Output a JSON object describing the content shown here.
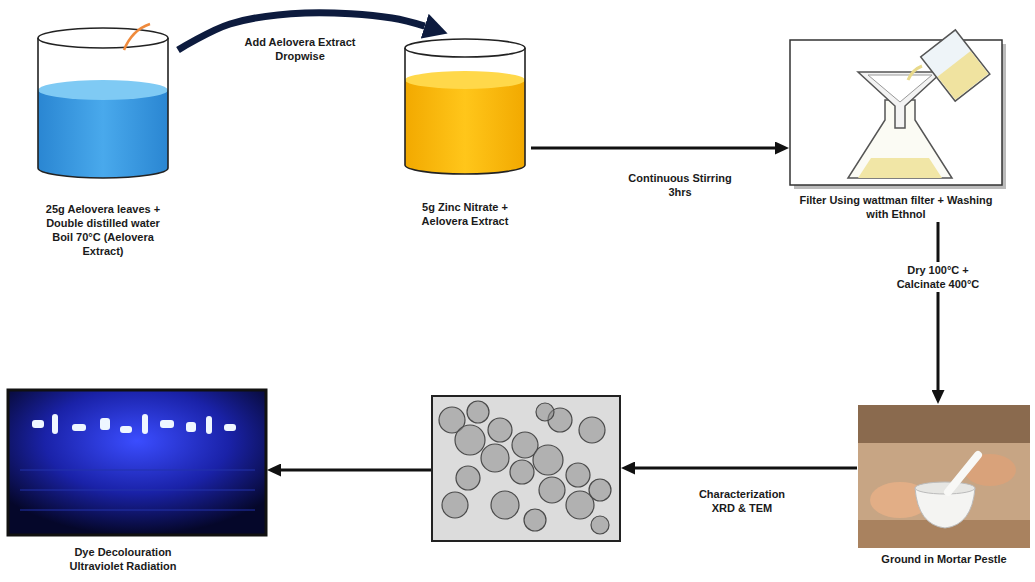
{
  "diagram": {
    "nodes": [
      {
        "text": [
          "25g Aelovera leaves + Double distilled water Boil 70°C (Aelovera Extract)"
        ]
      },
      {
        "text": [
          "5g Zinc Nitrate + Aelovera Extract"
        ]
      },
      {
        "text": [
          "Filter Using wattman filter + Washing with Ethnol"
        ]
      },
      {
        "text": [
          "Ground in Mortar Pestle"
        ]
      },
      {
        "text": []
      },
      {
        "text": [
          "Dye Decolouration Ultraviolet Radiation"
        ]
      }
    ],
    "edges": [
      {
        "from": 0,
        "to": 1,
        "label": "Add Aelovera Extract Dropwise",
        "arrow": "to"
      },
      {
        "from": 1,
        "to": 2,
        "label": "Continuous Stirring 3hrs",
        "arrow": "to"
      },
      {
        "from": 2,
        "to": 3,
        "label": "Dry 100°C + Calcinate 400°C",
        "arrow": "to"
      },
      {
        "from": 3,
        "to": 4,
        "label": "Characterization XRD & TEM",
        "arrow": "to"
      },
      {
        "from": 4,
        "to": 5,
        "arrow": "to"
      }
    ]
  }
}
